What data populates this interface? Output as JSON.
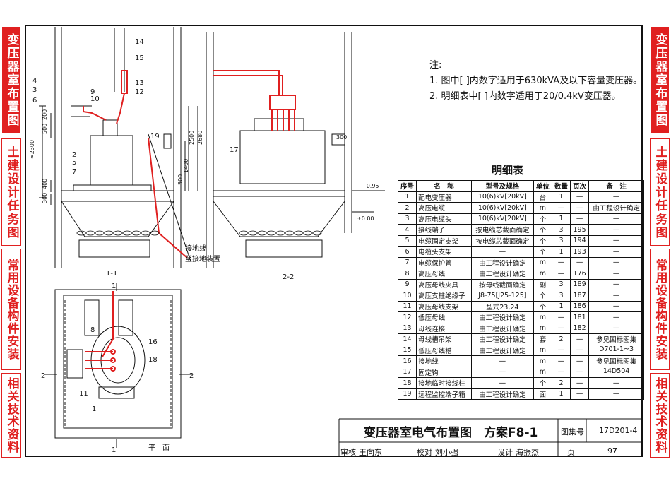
{
  "side_tabs": [
    {
      "text": "变压器室布置图",
      "style": "red"
    },
    {
      "text": "土建设计任务图",
      "style": "white"
    },
    {
      "text": "常用设备构件安装",
      "style": "white"
    },
    {
      "text": "相关技术资料",
      "style": "white"
    }
  ],
  "notes": {
    "heading": "注:",
    "line1": "1. 图中[ ]内数字适用于630kVA及以下容量变压器。",
    "line2": "2. 明细表中[ ]内数字适用于20/0.4kV变压器。"
  },
  "table": {
    "title": "明细表",
    "headers": [
      "序号",
      "名　称",
      "型号及规格",
      "单位",
      "数量",
      "页次",
      "备　注"
    ],
    "rows": [
      [
        "1",
        "配电变压器",
        "10(6)kV[20kV]",
        "台",
        "1",
        "—",
        "—"
      ],
      [
        "2",
        "高压电缆",
        "10(6)kV[20kV]",
        "m",
        "—",
        "—",
        "由工程设计确定"
      ],
      [
        "3",
        "高压电缆头",
        "10(6)kV[20kV]",
        "个",
        "1",
        "—",
        "—"
      ],
      [
        "4",
        "接线端子",
        "按电缆芯截面确定",
        "个",
        "3",
        "195",
        "—"
      ],
      [
        "5",
        "电缆固定支架",
        "按电缆芯截面确定",
        "个",
        "3",
        "194",
        "—"
      ],
      [
        "6",
        "电缆头支架",
        "—",
        "个",
        "1",
        "193",
        "—"
      ],
      [
        "7",
        "电缆保护管",
        "由工程设计确定",
        "m",
        "—",
        "—",
        "—"
      ],
      [
        "8",
        "高压母线",
        "由工程设计确定",
        "m",
        "—",
        "176",
        "—"
      ],
      [
        "9",
        "高压母线夹具",
        "按母线截面确定",
        "副",
        "3",
        "189",
        "—"
      ],
      [
        "10",
        "高压支柱绝缘子",
        "J8-75[J25-125]",
        "个",
        "3",
        "187",
        "—"
      ],
      [
        "11",
        "高压母线支架",
        "型式23,24",
        "个",
        "1",
        "186",
        "—"
      ],
      [
        "12",
        "低压母线",
        "由工程设计确定",
        "m",
        "—",
        "181",
        "—"
      ],
      [
        "13",
        "母线连接",
        "由工程设计确定",
        "m",
        "—",
        "182",
        "—"
      ],
      [
        "14",
        "母线槽吊架",
        "由工程设计确定",
        "套",
        "2",
        "—",
        ""
      ],
      [
        "15",
        "低压母线槽",
        "由工程设计确定",
        "m",
        "—",
        "—",
        ""
      ],
      [
        "16",
        "接地线",
        "—",
        "m",
        "—",
        "—",
        ""
      ],
      [
        "17",
        "固定钩",
        "—",
        "m",
        "—",
        "—",
        ""
      ],
      [
        "18",
        "接地临时接线柱",
        "—",
        "个",
        "2",
        "—",
        "—"
      ],
      [
        "19",
        "远程监控端子箱",
        "由工程设计确定",
        "面",
        "1",
        "—",
        "—"
      ]
    ],
    "merged_note_1a": "参见国标图集",
    "merged_note_1b": "D701-1~3",
    "merged_note_2a": "参见国标图集",
    "merged_note_2b": "14D504"
  },
  "title_block": {
    "title": "变压器室电气布置图　方案F8-1",
    "atlas_label": "图集号",
    "atlas_no": "17D201-4",
    "review_label": "审核",
    "reviewer": "王向东",
    "check_label": "校对",
    "checker": "刘小强",
    "design_label": "设计",
    "designer": "海振杰",
    "page_label": "页",
    "page_no": "97"
  },
  "drawing": {
    "section1_label": "1-1",
    "section2_label": "2-2",
    "plan_label": "平　面",
    "ground_note_a": "接地线",
    "ground_note_b": "至接地装置",
    "elev_1": "+0.95",
    "elev_2": "±0.00",
    "dim_2300": "≈2300",
    "dim_500": "500",
    "dim_200": "200",
    "dim_400": "400",
    "dim_300": "300",
    "dim_2500": "2500",
    "dim_2680": "2680",
    "dim_1400": "1400",
    "dim_500b": "500",
    "dim_300b": "300",
    "cut_1": "1",
    "cut_2": "2",
    "n1": "1",
    "n2": "2",
    "n3": "3",
    "n4": "4",
    "n5": "5",
    "n6": "6",
    "n7": "7",
    "n8": "8",
    "n9": "9",
    "n10": "10",
    "n11": "11",
    "n12": "12",
    "n13": "13",
    "n14": "14",
    "n15": "15",
    "n16": "16",
    "n17": "17",
    "n18": "18",
    "n19": "19"
  },
  "colors": {
    "accent": "#e02020",
    "line": "#111111"
  }
}
